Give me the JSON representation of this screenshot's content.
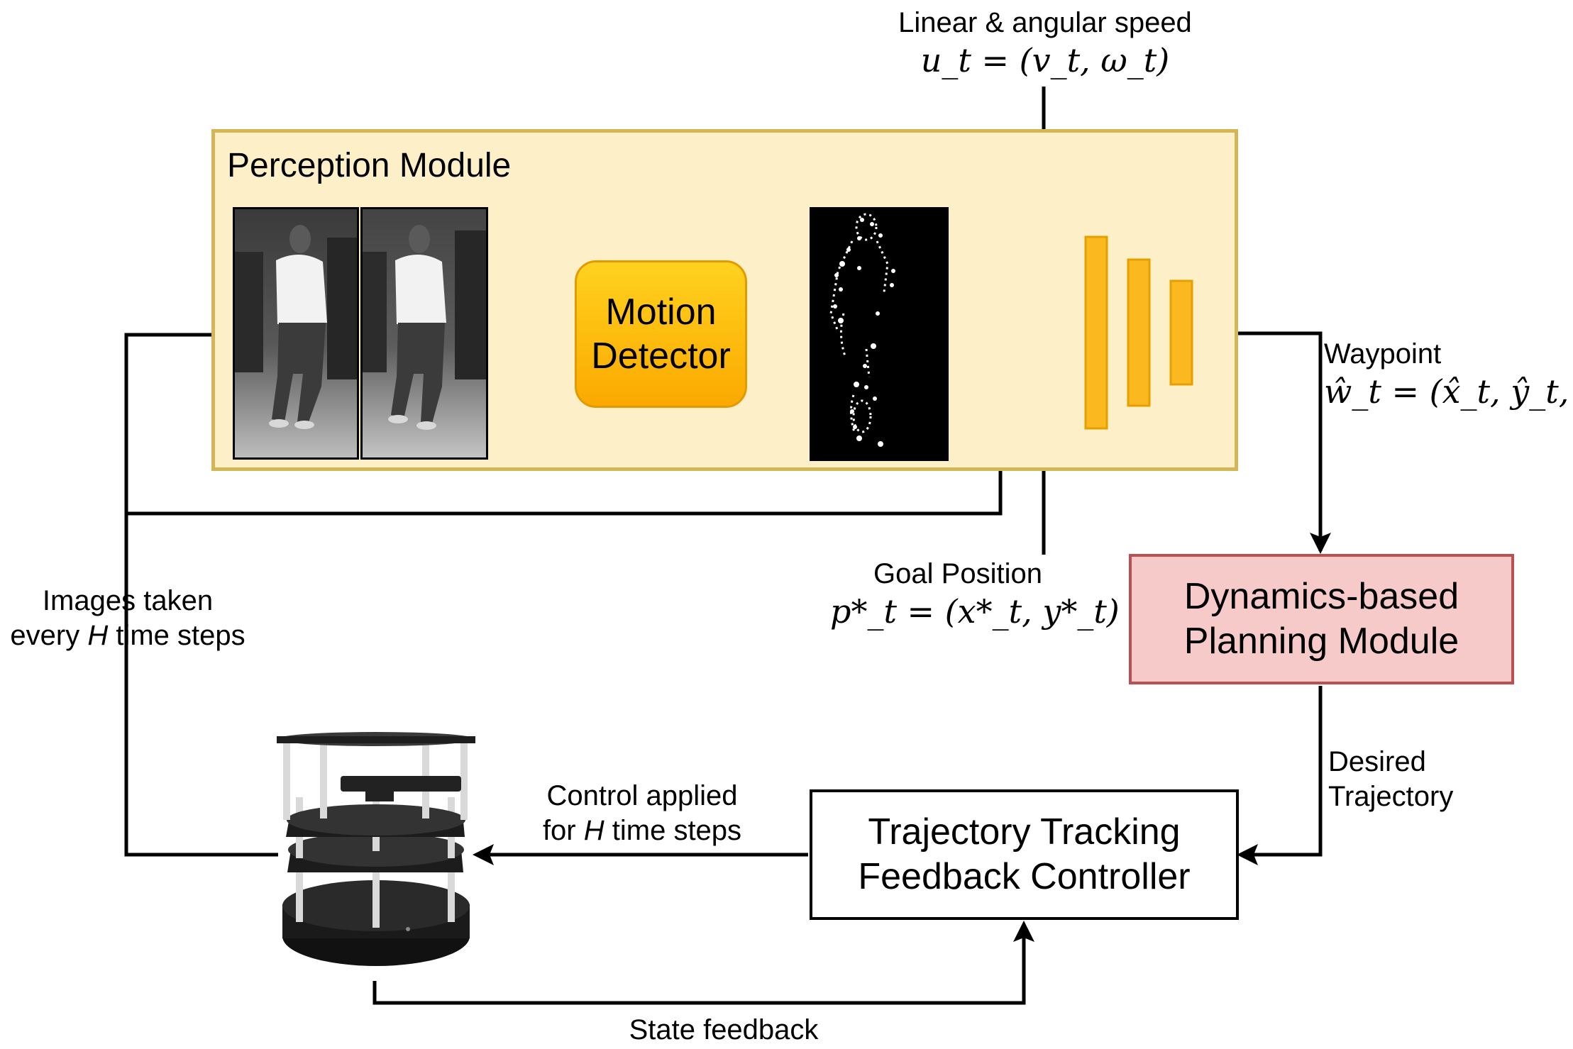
{
  "perception": {
    "title": "Perception Module"
  },
  "motion_detector": {
    "line1": "Motion",
    "line2": "Detector"
  },
  "planning": {
    "line1": "Dynamics-based",
    "line2": "Planning Module"
  },
  "controller": {
    "line1": "Trajectory Tracking",
    "line2": "Feedback Controller"
  },
  "labels": {
    "speed_title": "Linear & angular speed",
    "speed_formula": "u_t = (v_t, ω_t)",
    "waypoint_title": "Waypoint",
    "waypoint_formula": "ŵ_t = (x̂_t, ŷ_t, θ̂_t)",
    "goal_title": "Goal Position",
    "goal_formula": "p*_t = (x*_t, y*_t)",
    "images_line1": "Images taken",
    "images_line2_a": "every",
    "images_line2_var": "H",
    "images_line2_b": "time steps",
    "control_line1": "Control applied",
    "control_line2_a": "for",
    "control_line2_var": "H",
    "control_line2_b": "time steps",
    "desired_line1": "Desired",
    "desired_line2": "Trajectory",
    "state_feedback": "State feedback"
  },
  "colors": {
    "perception_fill": "#fdf0c8",
    "perception_border": "#d5b656",
    "motion_fill": "#fbb80f",
    "network_fill": "#fbb81f",
    "planning_fill": "#f7caca",
    "planning_border": "#bc4f51"
  },
  "icons": [
    "camera-frame-image",
    "motion-mask-image",
    "neural-network-layers",
    "turtlebot-robot-image"
  ]
}
